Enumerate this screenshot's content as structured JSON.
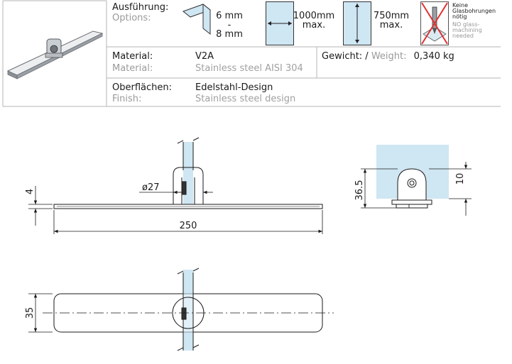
{
  "header": {
    "options_label": "Ausführung:",
    "options_sub": "Options:",
    "thickness_line1": "6 mm",
    "thickness_dash": "-",
    "thickness_line2": "8 mm",
    "width_line1": "1000mm",
    "width_line2": "max.",
    "height_line1": "750mm",
    "height_line2": "max.",
    "no_drill_de_1": "Keine",
    "no_drill_de_2": "Glasbohrungen",
    "no_drill_de_3": "nötig",
    "no_drill_en_1": "NO glass-",
    "no_drill_en_2": "machining",
    "no_drill_en_3": "needed"
  },
  "material": {
    "label": "Material:",
    "sub": "Material:",
    "value": "V2A",
    "value_sub": "Stainless steel AISI 304",
    "weight_label": "Gewicht: /",
    "weight_sub": "Weight:",
    "weight_value": "0,340 kg"
  },
  "finish": {
    "label": "Oberflächen:",
    "sub": "Finish:",
    "value": "Edelstahl-Design",
    "value_sub": "Stainless steel design"
  },
  "drawing": {
    "dim_thickness": "4",
    "dim_diameter": "ø27",
    "dim_length": "250",
    "dim_height": "36.5",
    "dim_glass_offset": "10",
    "dim_width": "35"
  },
  "colors": {
    "line": "#1a1a1a",
    "glass": "#cfe6f3",
    "border": "#b5b5b5",
    "crossed": "#e03030"
  }
}
